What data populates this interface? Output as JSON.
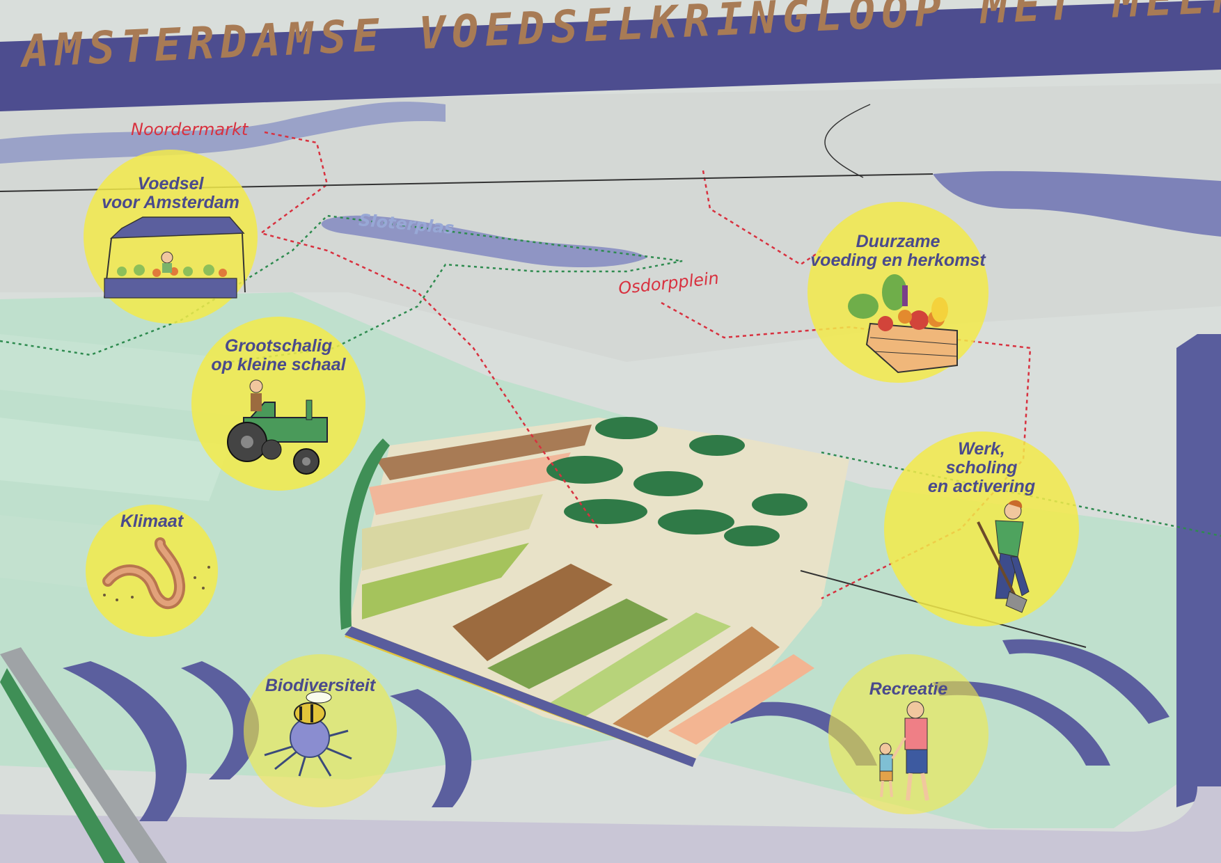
{
  "title": "AMSTERDAMSE VOEDSELKRINGLOOP MET MEERWAARDE",
  "places": {
    "noordermarkt": "Noordermarkt",
    "osdorpplein": "Osdorpplein",
    "sloterplas": "Sloterplas"
  },
  "themes": [
    {
      "id": "voedsel",
      "label": "Voedsel\nvoor Amsterdam",
      "icon": "market-stall-icon"
    },
    {
      "id": "grootschalig",
      "label": "Grootschalig\nop kleine schaal",
      "icon": "tractor-icon"
    },
    {
      "id": "klimaat",
      "label": "Klimaat",
      "icon": "earthworm-icon"
    },
    {
      "id": "biodiversiteit",
      "label": "Biodiversiteit",
      "icon": "bee-flower-icon"
    },
    {
      "id": "duurzame",
      "label": "Duurzame\nvoeding en herkomst",
      "icon": "vegetable-crate-icon"
    },
    {
      "id": "werk",
      "label": "Werk,\nscholing\nen activering",
      "icon": "digging-person-icon"
    },
    {
      "id": "recreatie",
      "label": "Recreatie",
      "icon": "walking-family-icon"
    }
  ],
  "colors": {
    "band": "#4d4d8f",
    "title_text": "#a87b55",
    "circle": "#f2ea4a",
    "route_red": "#d8313f",
    "route_green": "#2e8b4f",
    "meadow": "#bfe0cd",
    "urban": "#dcdfdc",
    "water": "#5b5f9e"
  }
}
